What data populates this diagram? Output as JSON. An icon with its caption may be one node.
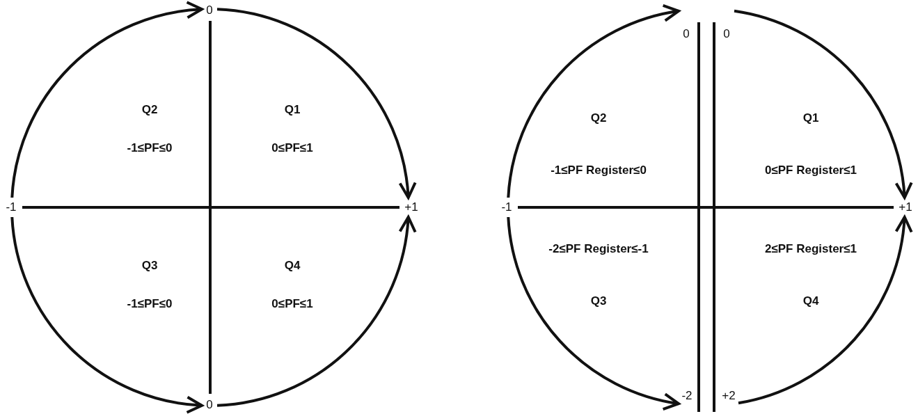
{
  "diagram": {
    "nodes": [
      {
        "text": [
          "0"
        ]
      },
      {
        "text": [
          "-1"
        ]
      },
      {
        "text": [
          "+1"
        ]
      },
      {
        "text": [
          "0"
        ]
      },
      {
        "text": [
          "0"
        ]
      },
      {
        "text": [
          "0"
        ]
      },
      {
        "text": [
          "-1"
        ]
      },
      {
        "text": [
          "+1"
        ]
      },
      {
        "text": [
          "-2"
        ]
      },
      {
        "text": [
          "+2"
        ]
      }
    ],
    "edges": [
      {
        "from": 1,
        "to": 0,
        "arrow": "to"
      },
      {
        "from": 0,
        "to": 2,
        "arrow": "to"
      },
      {
        "from": 1,
        "to": 3,
        "arrow": "to"
      },
      {
        "from": 3,
        "to": 2,
        "arrow": "to"
      },
      {
        "from": 6,
        "to": 4,
        "arrow": "to"
      },
      {
        "from": 5,
        "to": 7,
        "arrow": "to"
      },
      {
        "from": 6,
        "to": 8,
        "arrow": "to"
      },
      {
        "from": 9,
        "to": 7,
        "arrow": "to"
      }
    ],
    "labels": [
      "Q2",
      "Q1",
      "-1≤PF≤0",
      "0≤PF≤1",
      "Q3",
      "Q4",
      "-1≤PF≤0",
      "0≤PF≤1",
      "Q2",
      "Q1",
      "-1≤PF Register≤0",
      "0≤PF Register≤1",
      "-2≤PF Register≤-1",
      "2≤PF Register≤1",
      "Q3",
      "Q4"
    ]
  }
}
